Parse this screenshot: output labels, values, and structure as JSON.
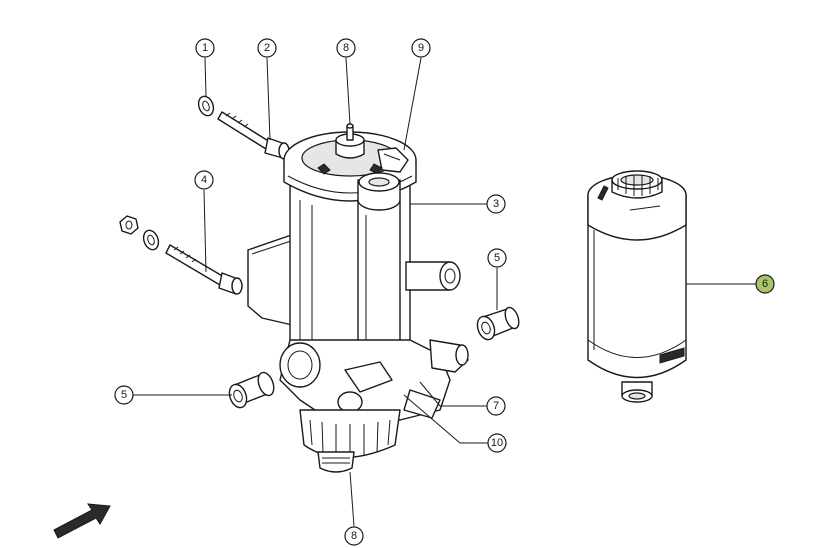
{
  "callouts": [
    {
      "id": "c1",
      "label": "1"
    },
    {
      "id": "c2",
      "label": "2"
    },
    {
      "id": "c8t",
      "label": "8"
    },
    {
      "id": "c9",
      "label": "9"
    },
    {
      "id": "c3",
      "label": "3"
    },
    {
      "id": "c4",
      "label": "4"
    },
    {
      "id": "c5r",
      "label": "5"
    },
    {
      "id": "c6",
      "label": "6",
      "highlight": true
    },
    {
      "id": "c5l",
      "label": "5"
    },
    {
      "id": "c7",
      "label": "7"
    },
    {
      "id": "c10",
      "label": "10"
    },
    {
      "id": "c8b",
      "label": "8"
    }
  ],
  "colors": {
    "highlight": "#a8c56a",
    "line": "#1a1a1a"
  },
  "icons": {
    "direction_arrow": "arrow-icon"
  }
}
